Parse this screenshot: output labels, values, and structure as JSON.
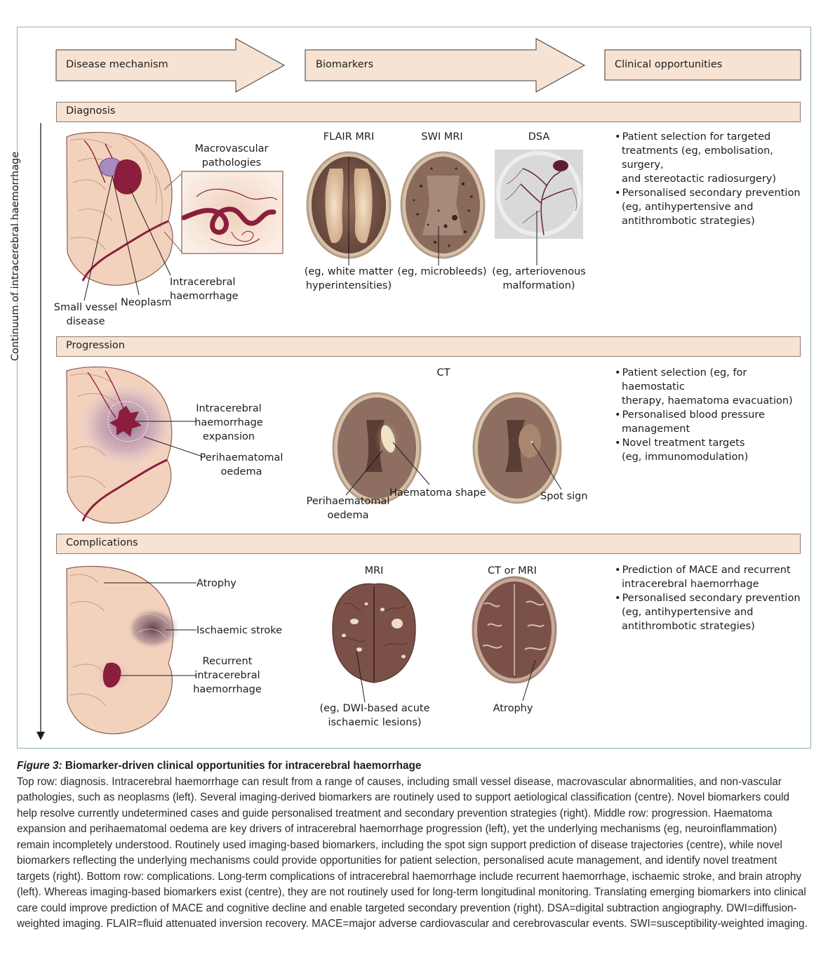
{
  "header": {
    "mechanism": "Disease mechanism",
    "biomarkers": "Biomarkers",
    "clinical": "Clinical opportunities"
  },
  "axis_label": "Continuum of intracerebral haemorrhage",
  "rows": {
    "diagnosis": {
      "title": "Diagnosis",
      "labels": {
        "macro1": "Macrovascular",
        "macro2": "pathologies",
        "svd1": "Small vessel",
        "svd2": "disease",
        "neoplasm": "Neoplasm",
        "ich1": "Intracerebral",
        "ich2": "haemorrhage"
      },
      "images": {
        "flair": "FLAIR MRI",
        "swi": "SWI MRI",
        "dsa": "DSA",
        "flair_note1": "(eg, white matter",
        "flair_note2": "hyperintensities)",
        "swi_note": "(eg, microbleeds)",
        "dsa_note1": "(eg, arteriovenous",
        "dsa_note2": "malformation)"
      },
      "bullets": [
        [
          "Patient selection for targeted",
          "treatments (eg, embolisation, surgery,",
          "and stereotactic radiosurgery)"
        ],
        [
          "Personalised secondary prevention",
          "(eg, antihypertensive and",
          "antithrombotic strategies)"
        ]
      ]
    },
    "progression": {
      "title": "Progression",
      "labels": {
        "exp1": "Intracerebral",
        "exp2": "haemorrhage",
        "exp3": "expansion",
        "phe1": "Perihaematomal",
        "phe2": "oedema"
      },
      "images": {
        "ct": "CT",
        "phe1": "Perihaematomal",
        "phe2": "oedema",
        "shape": "Haematoma shape",
        "spot": "Spot sign"
      },
      "bullets": [
        [
          "Patient selection (eg, for haemostatic",
          "therapy, haematoma evacuation)"
        ],
        [
          "Personalised blood pressure",
          "management"
        ],
        [
          "Novel treatment targets",
          "(eg, immunomodulation)"
        ]
      ]
    },
    "complications": {
      "title": "Complications",
      "labels": {
        "atrophy": "Atrophy",
        "stroke": "Ischaemic stroke",
        "rec1": "Recurrent",
        "rec2": "intracerebral",
        "rec3": "haemorrhage"
      },
      "images": {
        "mri": "MRI",
        "ctmri": "CT or MRI",
        "dwi1": "(eg, DWI-based acute",
        "dwi2": "ischaemic lesions)",
        "atrophy": "Atrophy"
      },
      "bullets": [
        [
          "Prediction of MACE and recurrent",
          "intracerebral haemorrhage"
        ],
        [
          "Personalised secondary prevention",
          "(eg, antihypertensive and",
          "antithrombotic strategies)"
        ]
      ]
    }
  },
  "caption": {
    "figure": "Figure 3:",
    "title": " Biomarker-driven clinical opportunities for intracerebral haemorrhage",
    "body": "Top row: diagnosis. Intracerebral haemorrhage can result from a range of causes, including small vessel disease, macrovascular abnormalities, and non-vascular pathologies, such as neoplasms (left). Several imaging-derived biomarkers are routinely used to support aetiological classification (centre). Novel biomarkers could help resolve currently undetermined cases and guide personalised treatment and secondary prevention strategies (right). Middle row: progression. Haematoma expansion and perihaematomal oedema are key drivers of intracerebral haemorrhage progression (left), yet the underlying mechanisms (eg, neuroinflammation) remain incompletely understood. Routinely used imaging-based biomarkers, including the spot sign support prediction of disease trajectories (centre), while novel biomarkers reflecting the underlying mechanisms could provide opportunities for patient selection, personalised acute management, and identify novel treatment targets (right). Bottom row: complications. Long-term complications of intracerebral haemorrhage include recurrent haemorrhage, ischaemic stroke, and brain atrophy (left). Whereas imaging-based biomarkers exist (centre), they are not routinely used for long-term longitudinal monitoring. Translating emerging biomarkers into clinical care could improve prediction of MACE and cognitive decline and enable targeted secondary prevention (right). DSA=digital subtraction angiography. DWI=diffusion-weighted imaging. FLAIR=fluid attenuated inversion recovery. MACE=major adverse cardiovascular and cerebrovascular events. SWI=susceptibility-weighted imaging."
  },
  "colors": {
    "band": "#f7e3d3",
    "brain": "#f3d2bd",
    "blood": "#8a1e3c",
    "scan_dark": "#6b4a40",
    "frame": "#8fb3a7"
  }
}
